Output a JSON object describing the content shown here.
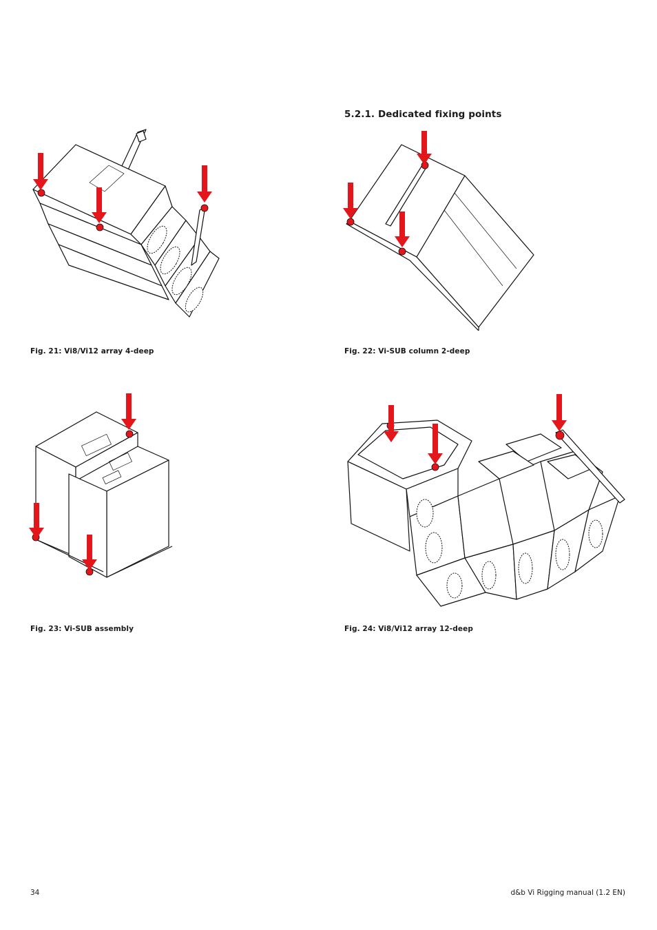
{
  "section": {
    "heading": "5.2.1. Dedicated fixing points"
  },
  "figures": [
    {
      "caption": "Fig. 21: Vi8/Vi12 array 4-deep"
    },
    {
      "caption": "Fig. 22:  Vi-SUB column 2-deep"
    },
    {
      "caption": "Fig. 23: Vi-SUB assembly"
    },
    {
      "caption": "Fig. 24: Vi8/Vi12 array 12-deep"
    }
  ],
  "footer": {
    "page_number": "34",
    "document_title": "d&b Vi Rigging manual (1.2 EN)"
  },
  "colors": {
    "marker_red": "#e3161b"
  }
}
